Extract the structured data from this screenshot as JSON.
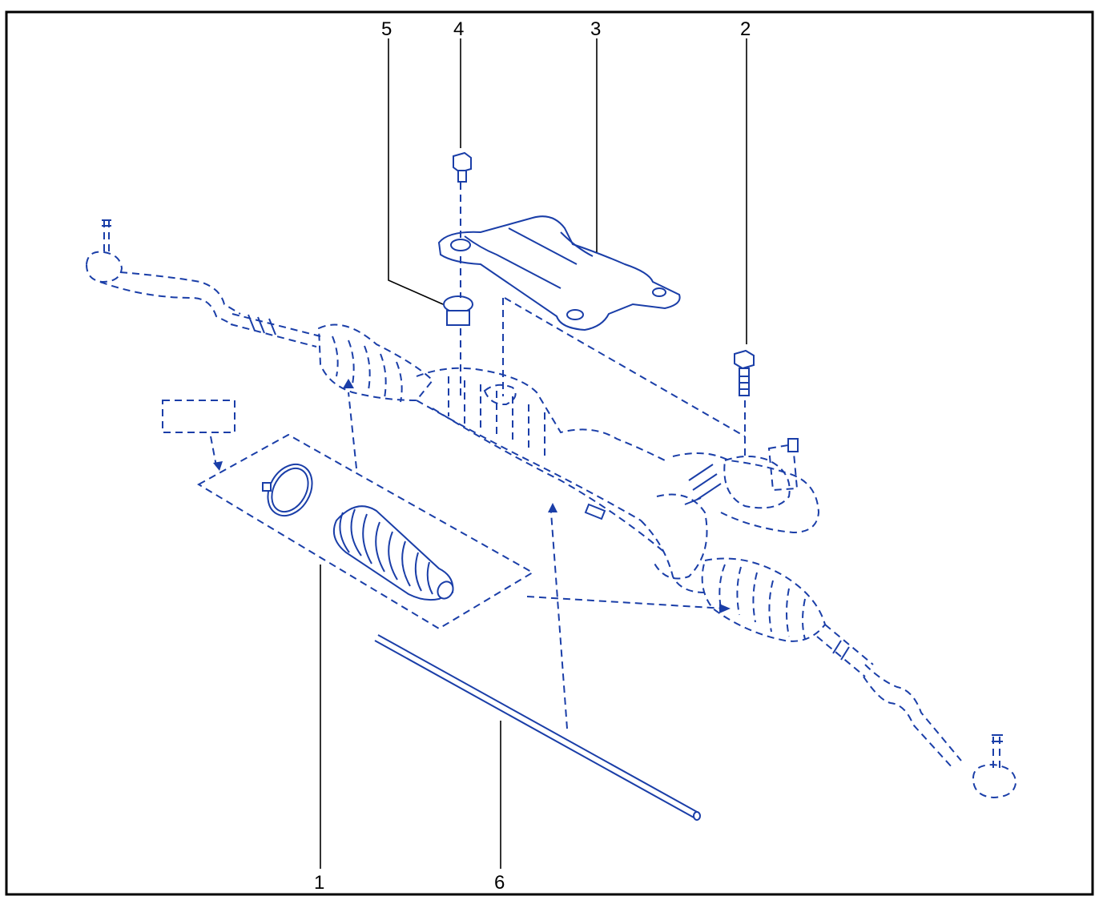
{
  "figure": {
    "callouts": [
      {
        "id": "callout-1",
        "text": "1"
      },
      {
        "id": "callout-2",
        "text": "2"
      },
      {
        "id": "callout-3",
        "text": "3"
      },
      {
        "id": "callout-4",
        "text": "4"
      },
      {
        "id": "callout-5",
        "text": "5"
      },
      {
        "id": "callout-6",
        "text": "6"
      }
    ],
    "colors": {
      "line": "#1a3ea8",
      "frame": "#000000",
      "background": "#ffffff"
    }
  }
}
